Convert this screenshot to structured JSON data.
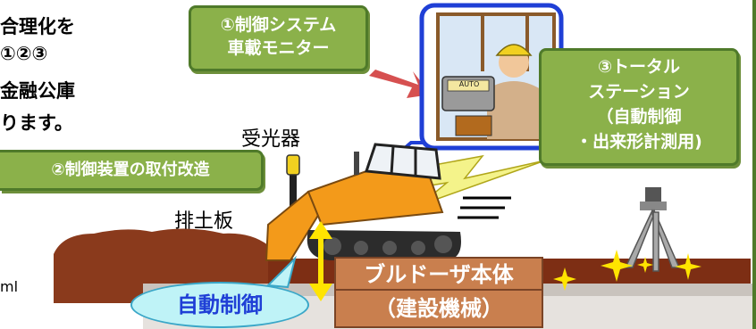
{
  "left_text": [
    "合理化を",
    "①②③",
    "金融公庫",
    "ります。"
  ],
  "url_fragment": "ml",
  "box1": {
    "line1": "①制御システム",
    "line2": "車載モニター"
  },
  "box2": {
    "label": "②制御装置の取付改造"
  },
  "box3": {
    "line1": "③トータル",
    "line2": "ステーション",
    "line3": "（自動制御",
    "line4": "・出来形計測用)"
  },
  "label_receiver": "受光器",
  "label_blade": "排土板",
  "bubble_auto": "自動制御",
  "sign_bulldozer": {
    "line1": "ブルドーザ本体",
    "line2": "（建設機械）"
  },
  "monitor_screen": "AUTO",
  "colors": {
    "box_green": "#8bb14a",
    "ground_brown": "#8a3a1c",
    "bulldozer_orange": "#f39a1a",
    "bubble_blue": "#1f3fd6"
  }
}
